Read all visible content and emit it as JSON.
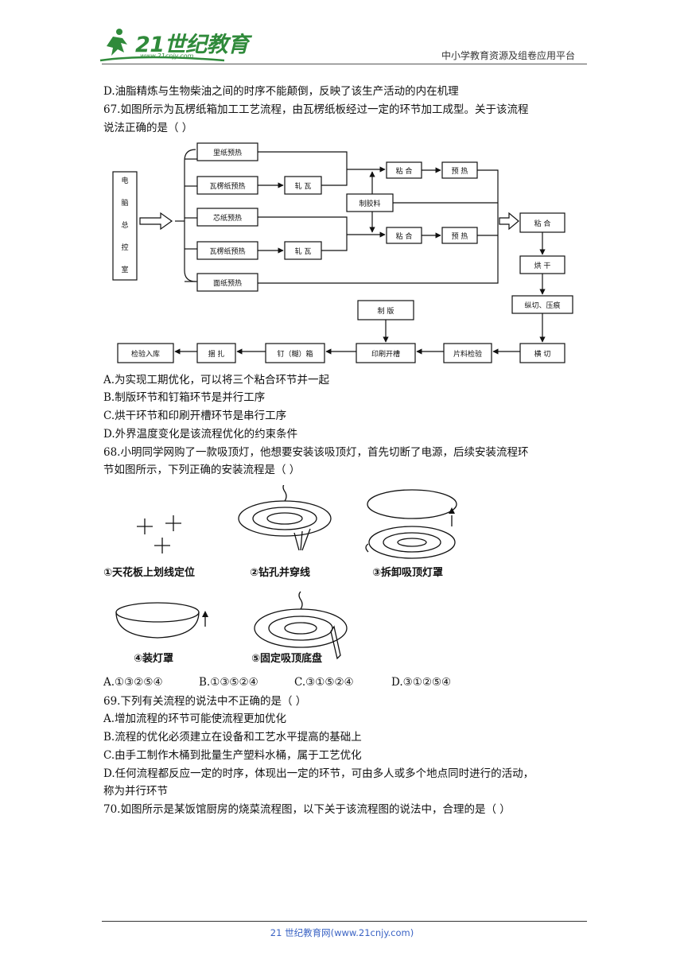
{
  "header": {
    "logo_text": "21世纪教育",
    "logo_url": "www.21cnjy.com",
    "platform": "中小学教育资源及组卷应用平台"
  },
  "q66_option_d": "D.油脂精炼与生物柴油之间的时序不能颠倒，反映了该生产活动的内在机理",
  "q67": {
    "stem_1": "67.如图所示为瓦楞纸箱加工工艺流程，由瓦楞纸板经过一定的环节加工成型。关于该流程",
    "stem_2": "说法正确的是（     ）",
    "flow": {
      "control_room": [
        "电",
        "脑",
        "总",
        "控",
        "室"
      ],
      "inputs": [
        "里纸预热",
        "瓦楞纸预热",
        "芯纸预热",
        "瓦楞纸预热",
        "面纸预热"
      ],
      "corrugate": "轧 瓦",
      "glue": "制胶料",
      "bond": "粘 合",
      "preheat": "预 热",
      "dry": "烘 干",
      "cut_press": "纵切、压痕",
      "die_cut": "横 切",
      "inspect": "片料检验",
      "print_slot": "印刷开槽",
      "plate": "制 版",
      "box": "钉（糊）箱",
      "bundle": "捆 扎",
      "storage": "检验入库"
    },
    "options": [
      "A.为实现工期优化，可以将三个粘合环节并一起",
      "B.制版环节和钉箱环节是并行工序",
      "C.烘干环节和印刷开槽环节是串行工序",
      "D.外界温度变化是该流程优化的约束条件"
    ]
  },
  "q68": {
    "stem_1": "68.小明同学网购了一款吸顶灯，他想要安装该吸顶灯，首先切断了电源，后续安装流程环",
    "stem_2": "节如图所示，下列正确的安装流程是（     ）",
    "steps": [
      "①天花板上划线定位",
      "②钻孔并穿线",
      "③拆卸吸顶灯罩",
      "④装灯罩",
      "⑤固定吸顶底盘"
    ],
    "options": [
      "A.①③②⑤④",
      "B.①③⑤②④",
      "C.③①⑤②④",
      "D.③①②⑤④"
    ]
  },
  "q69": {
    "stem": "69.下列有关流程的说法中不正确的是（     ）",
    "options": [
      "A.增加流程的环节可能使流程更加优化",
      "B.流程的优化必须建立在设备和工艺水平提高的基础上",
      "C.由手工制作木桶到批量生产塑料水桶，属于工艺优化",
      "D.任何流程都反应一定的时序，体现出一定的环节，可由多人或多个地点同时进行的活动，",
      "称为并行环节"
    ]
  },
  "q70": {
    "stem": "70.如图所示是某饭馆厨房的烧菜流程图，以下关于该流程图的说法中，合理的是（     ）"
  },
  "footer": "21 世纪教育网(www.21cnjy.com)"
}
